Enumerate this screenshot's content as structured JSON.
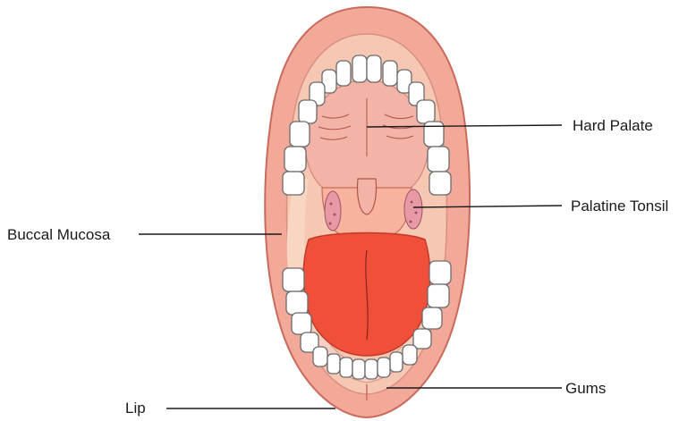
{
  "labels": {
    "hard_palate": "Hard Palate",
    "palatine_tonsil": "Palatine Tonsil",
    "buccal_mucosa": "Buccal Mucosa",
    "gums": "Gums",
    "lip": "Lip"
  },
  "colors": {
    "lip": "#f2a99a",
    "lip_outline": "#c96a5c",
    "inner_mouth": "#f6c7b3",
    "palate": "#f3b3a6",
    "gums": "#f5d0c2",
    "tongue": "#f0503a",
    "throat": "#f7b39e",
    "tonsil": "#e79aa6",
    "teeth": "#ffffff",
    "tooth_outline": "#6b6b6b",
    "line": "#1a1a1a"
  }
}
